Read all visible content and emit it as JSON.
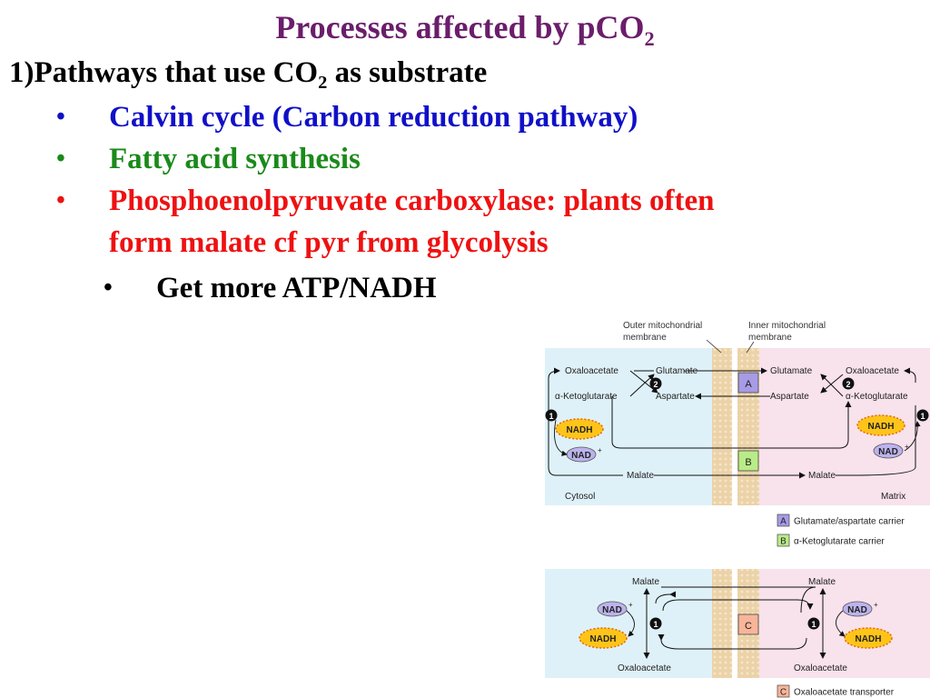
{
  "title": {
    "main": "Processes affected by pCO",
    "sub": "2"
  },
  "heading": {
    "part1": "1)Pathways that use CO",
    "sub": "2",
    "part2": " as substrate"
  },
  "bullets": [
    {
      "marker": "•",
      "text": "Calvin cycle (Carbon reduction pathway)",
      "color": "#1010c8"
    },
    {
      "marker": "•",
      "text": "Fatty acid synthesis",
      "color": "#1a8a1a"
    },
    {
      "marker": "•",
      "line1": "Phosphoenolpyruvate carboxylase: plants often",
      "line2": "form malate cf pyr from glycolysis",
      "color": "#ee1111"
    },
    {
      "marker": "•",
      "text": "Get more ATP/NADH",
      "color": "#000000"
    }
  ],
  "diagram_top": {
    "outer_membrane": [
      "Outer mitochondrial",
      "membrane"
    ],
    "inner_membrane": [
      "Inner mitochondrial",
      "membrane"
    ],
    "cytosol": {
      "oxaloacetate": "Oxaloacetate",
      "glutamate": "Glutamate",
      "ketoglutarate": "α-Ketoglutarate",
      "aspartate": "Aspartate",
      "malate": "Malate",
      "label": "Cytosol"
    },
    "matrix": {
      "glutamate": "Glutamate",
      "oxaloacetate": "Oxaloacetate",
      "aspartate": "Aspartate",
      "ketoglutarate": "α-Ketoglutarate",
      "malate": "Malate",
      "label": "Matrix"
    },
    "nadh": "NADH",
    "nad": "NAD",
    "step1": "1",
    "step2": "2",
    "carrier_a": "A",
    "carrier_b": "B",
    "legend": [
      {
        "key": "A",
        "text": "Glutamate/aspartate carrier",
        "color": "#a79be6"
      },
      {
        "key": "B",
        "text": "α-Ketoglutarate carrier",
        "color": "#b9ec88"
      }
    ]
  },
  "diagram_bottom": {
    "malate_left": "Malate",
    "malate_right": "Malate",
    "oxaloacetate_left": "Oxaloacetate",
    "oxaloacetate_right": "Oxaloacetate",
    "nad": "NAD",
    "nadh": "NADH",
    "step1": "1",
    "carrier_c": "C",
    "legend": {
      "key": "C",
      "text": "Oxaloacetate transporter",
      "color": "#f7b59a"
    }
  },
  "colors": {
    "cytosol_bg": "#dff1f8",
    "matrix_bg": "#f8e2ec",
    "membrane": "#ecd2a8",
    "nadh_fill": "#ffc41a",
    "nad_fill": "#bcb3ec"
  }
}
